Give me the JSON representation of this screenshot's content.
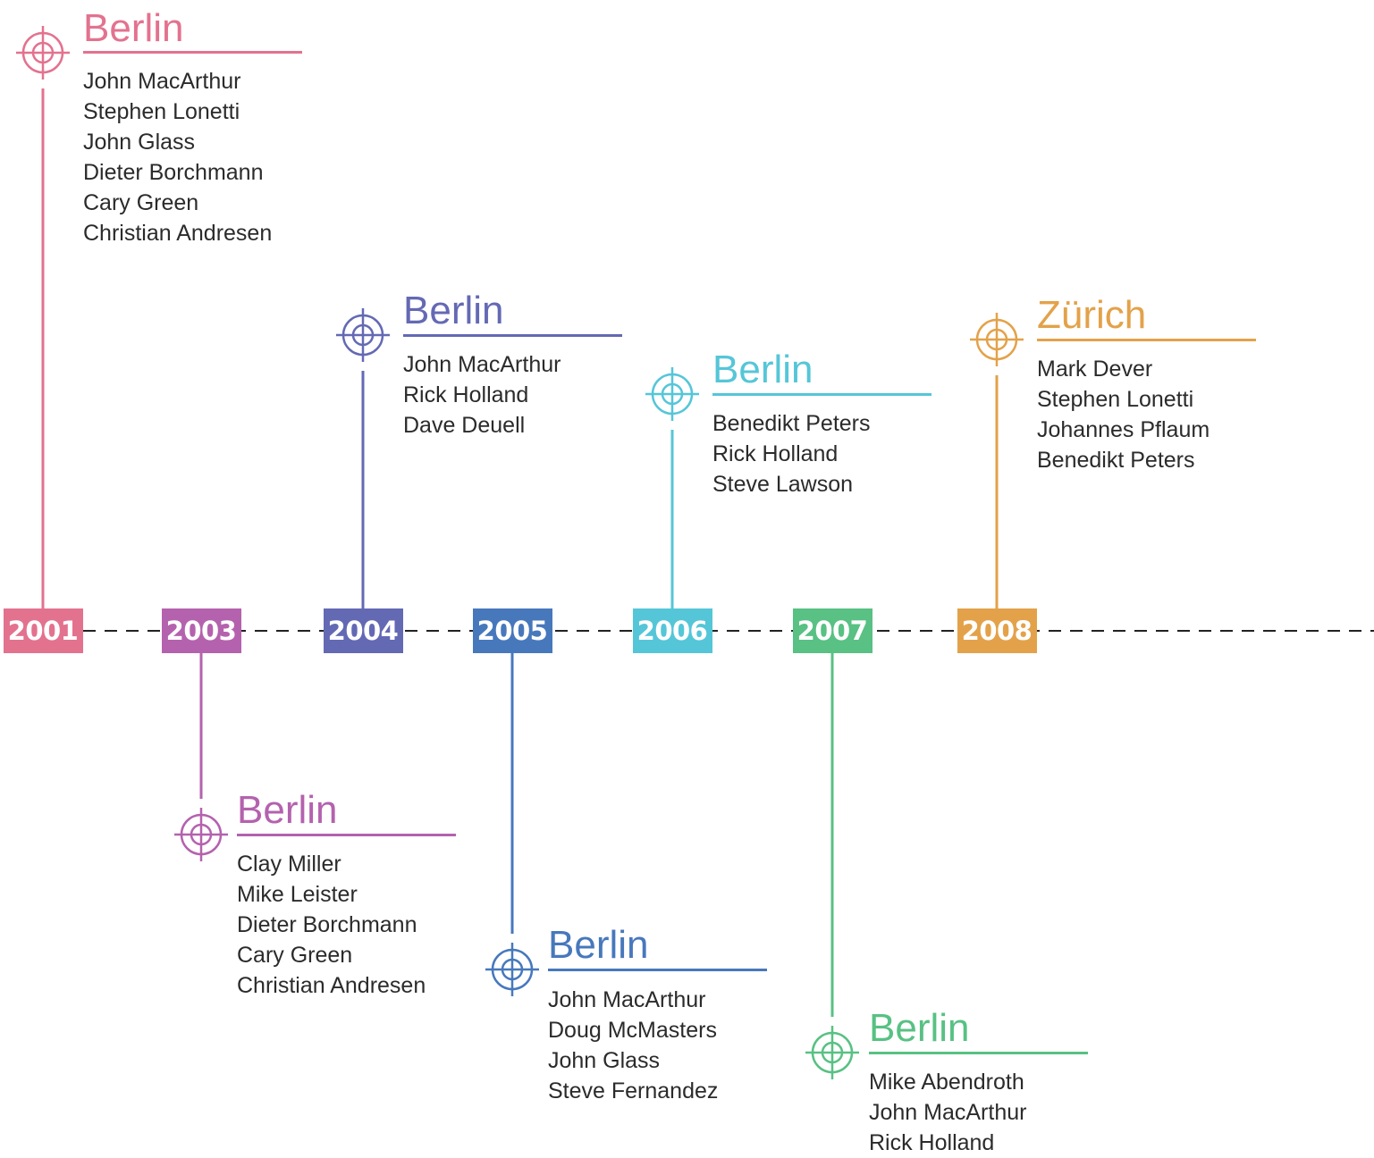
{
  "timeline": {
    "axis_color": "#222222",
    "events": [
      {
        "year": "2001",
        "color": "#e3728f",
        "position": "above",
        "city": "Berlin",
        "names": [
          "John MacArthur",
          "Stephen Lonetti",
          "John Glass",
          "Dieter Borchmann",
          "Cary Green",
          "Christian Andresen"
        ]
      },
      {
        "year": "2003",
        "color": "#b462ae",
        "position": "below",
        "city": "Berlin",
        "names": [
          "Clay Miller",
          "Mike Leister",
          "Dieter Borchmann",
          "Cary Green",
          "Christian Andresen"
        ]
      },
      {
        "year": "2004",
        "color": "#6469b4",
        "position": "above",
        "city": "Berlin",
        "names": [
          "John MacArthur",
          "Rick Holland",
          "Dave Deuell"
        ]
      },
      {
        "year": "2005",
        "color": "#4778bc",
        "position": "below",
        "city": "Berlin",
        "names": [
          "John MacArthur",
          "Doug McMasters",
          "John Glass",
          "Steve Fernandez"
        ]
      },
      {
        "year": "2006",
        "color": "#55c6d8",
        "position": "above",
        "city": "Berlin",
        "names": [
          "Benedikt Peters",
          "Rick Holland",
          "Steve Lawson"
        ]
      },
      {
        "year": "2007",
        "color": "#58c183",
        "position": "below",
        "city": "Berlin",
        "names": [
          "Mike Abendroth",
          "John MacArthur",
          "Rick Holland"
        ]
      },
      {
        "year": "2008",
        "color": "#e3a24a",
        "position": "above",
        "city": "Zürich",
        "names": [
          "Mark Dever",
          "Stephen Lonetti",
          "Johannes Pflaum",
          "Benedikt Peters"
        ]
      }
    ]
  }
}
